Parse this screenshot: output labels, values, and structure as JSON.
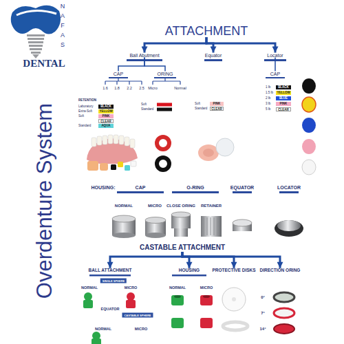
{
  "diagram": {
    "title": "Overdenture System",
    "nodes": [
      {
        "text": [
          "ATTACHMENT"
        ]
      },
      {
        "text": [
          "Ball Abutment"
        ]
      },
      {
        "text": [
          "Equator"
        ]
      },
      {
        "text": [
          "Locator"
        ]
      },
      {
        "text": [
          "CAP"
        ]
      },
      {
        "text": [
          "ORING"
        ]
      },
      {
        "text": [
          "CAP"
        ]
      },
      {
        "text": [
          "BLACK"
        ]
      },
      {
        "text": [
          "YELLOW"
        ]
      },
      {
        "text": [
          "PINK"
        ]
      },
      {
        "text": [
          "CLEAR"
        ]
      },
      {
        "text": [
          "AQUA"
        ]
      },
      {
        "text": [
          "PINK"
        ]
      },
      {
        "text": [
          "CLEAR"
        ]
      },
      {
        "text": [
          "BLACK"
        ]
      },
      {
        "text": [
          "YELLOW"
        ]
      },
      {
        "text": [
          "BLUE"
        ]
      },
      {
        "text": [
          "PINK"
        ]
      },
      {
        "text": [
          "CLEAR"
        ]
      },
      {
        "text": [
          "CASTABLE ATTACHMENT"
        ]
      },
      {
        "text": [
          "BALL ATTACHMENT"
        ]
      },
      {
        "text": [
          "HOUSING"
        ]
      },
      {
        "text": [
          "PROTECTIVE DISKS"
        ]
      },
      {
        "text": [
          "DIRECTION ORING"
        ]
      },
      {
        "text": [
          "SINGLE SPHERE"
        ]
      },
      {
        "text": [
          "CASTABLE SPHERE"
        ]
      }
    ],
    "edges": [
      {
        "from": 0,
        "to": 1,
        "arrow": "to"
      },
      {
        "from": 0,
        "to": 2,
        "arrow": "to"
      },
      {
        "from": 0,
        "to": 3,
        "arrow": "to"
      },
      {
        "from": 1,
        "to": 4,
        "arrow": "none"
      },
      {
        "from": 1,
        "to": 5,
        "arrow": "none"
      },
      {
        "from": 3,
        "to": 6,
        "arrow": "none"
      },
      {
        "from": 19,
        "to": 20,
        "arrow": "to"
      },
      {
        "from": 19,
        "to": 21,
        "arrow": "to"
      },
      {
        "from": 19,
        "to": 22,
        "arrow": "to"
      },
      {
        "from": 19,
        "to": 23,
        "arrow": "to"
      }
    ],
    "labels": [
      "NAFAS",
      "DENTAL",
      "1.6",
      "1.8",
      "2.2",
      "2.5",
      "Micro",
      "Normal",
      "RETENTION",
      "Laboratory",
      "Extra-Soft",
      "Soft",
      "Standard",
      "Soft",
      "Standard",
      "Soft",
      "Standard",
      "1 lb",
      "1.5 lb",
      "2 lb",
      "3 lb",
      "5 lb",
      "HOUSING:",
      "CAP",
      "O-RING",
      "EQUATOR",
      "LOCATOR",
      "NORMAL",
      "MICRO",
      "CLOSE ORING",
      "RETAINER",
      "NORMAL",
      "MICRO",
      "EQUATOR",
      "NORMAL",
      "MICRO",
      "NORMAL",
      "MICRO",
      "0°",
      "7°",
      "14°"
    ]
  }
}
